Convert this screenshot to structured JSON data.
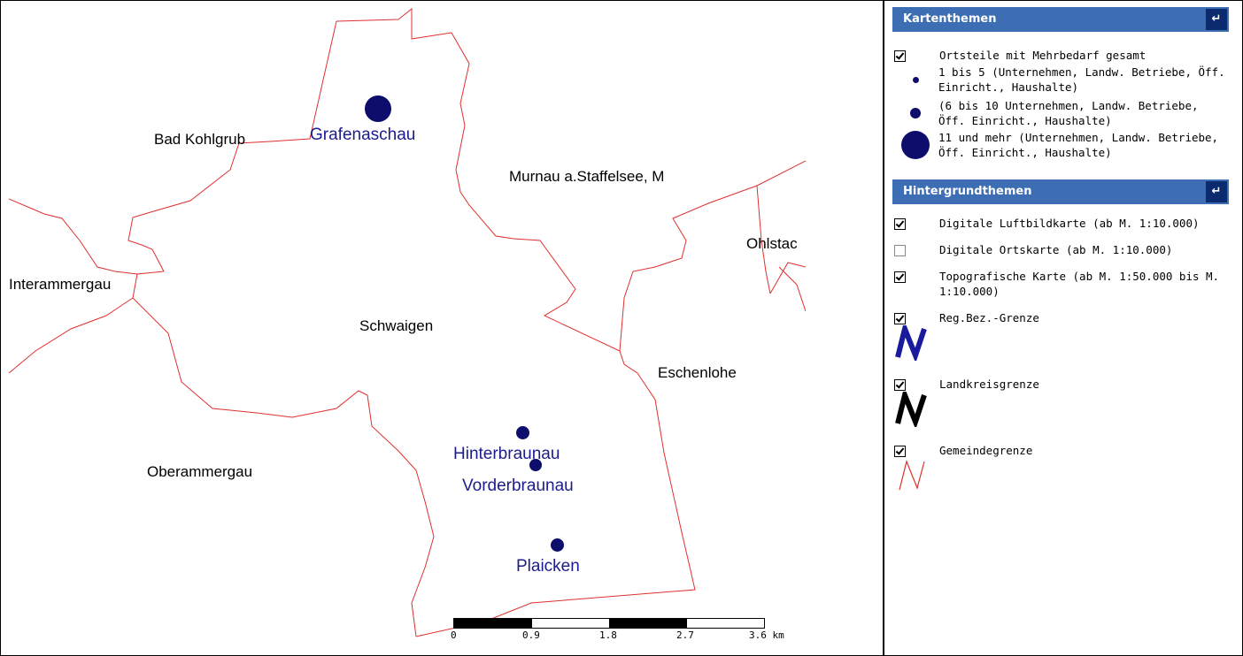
{
  "map": {
    "places": [
      {
        "id": "bad-kohlgrub",
        "label": "Bad Kohlgrub"
      },
      {
        "id": "murnau",
        "label": "Murnau a.Staffelsee, M"
      },
      {
        "id": "ohlstadt",
        "label": "Ohlstac"
      },
      {
        "id": "unterammergau",
        "label": "Interammergau"
      },
      {
        "id": "schwaigen",
        "label": "Schwaigen"
      },
      {
        "id": "eschenlohe",
        "label": "Eschenlohe"
      },
      {
        "id": "oberammergau",
        "label": "Oberammergau"
      }
    ],
    "localities": [
      {
        "id": "grafenaschau",
        "label": "Grafenaschau"
      },
      {
        "id": "hinterbraunau",
        "label": "Hinterbraunau"
      },
      {
        "id": "vorderbraunau",
        "label": "Vorderbraunau"
      },
      {
        "id": "plaicken",
        "label": "Plaicken"
      }
    ],
    "scale": {
      "ticks": [
        "0",
        "0.9",
        "1.8",
        "2.7",
        "3.6 km"
      ]
    },
    "colors": {
      "boundary": "#e03030",
      "marker": "#0d0d6b",
      "locality_text": "#1c1c8c"
    }
  },
  "panel": {
    "kartenthemen": {
      "title": "Kartenthemen",
      "collapse_icon": "↵",
      "layer": {
        "label": "Ortsteile mit Mehrbedarf gesamt",
        "checked": true
      },
      "legend": [
        {
          "size": "small",
          "text": "1 bis 5 (Unternehmen, Landw. Betriebe, Öff. Einricht., Haushalte)"
        },
        {
          "size": "medium",
          "text": "(6 bis 10 Unternehmen, Landw. Betriebe, Öff. Einricht., Haushalte)"
        },
        {
          "size": "large",
          "text": "11 und mehr (Unternehmen, Landw. Betriebe, Öff. Einricht., Haushalte)"
        }
      ]
    },
    "hintergrundthemen": {
      "title": "Hintergrundthemen",
      "collapse_icon": "↵",
      "layers": [
        {
          "label": "Digitale Luftbildkarte (ab M. 1:10.000)",
          "checked": true
        },
        {
          "label": "Digitale Ortskarte (ab M. 1:10.000)",
          "checked": false
        },
        {
          "label": "Topografische Karte (ab M. 1:50.000 bis M. 1:10.000)",
          "checked": true
        },
        {
          "label": "Reg.Bez.-Grenze",
          "checked": true,
          "symbol_color": "#1a1a9c"
        },
        {
          "label": "Landkreisgrenze",
          "checked": true,
          "symbol_color": "#000000"
        },
        {
          "label": "Gemeindegrenze",
          "checked": true,
          "symbol_color": "#e03030"
        }
      ]
    },
    "colors": {
      "header_bg": "#3d6db3",
      "button_bg": "#0c2a6e"
    }
  }
}
